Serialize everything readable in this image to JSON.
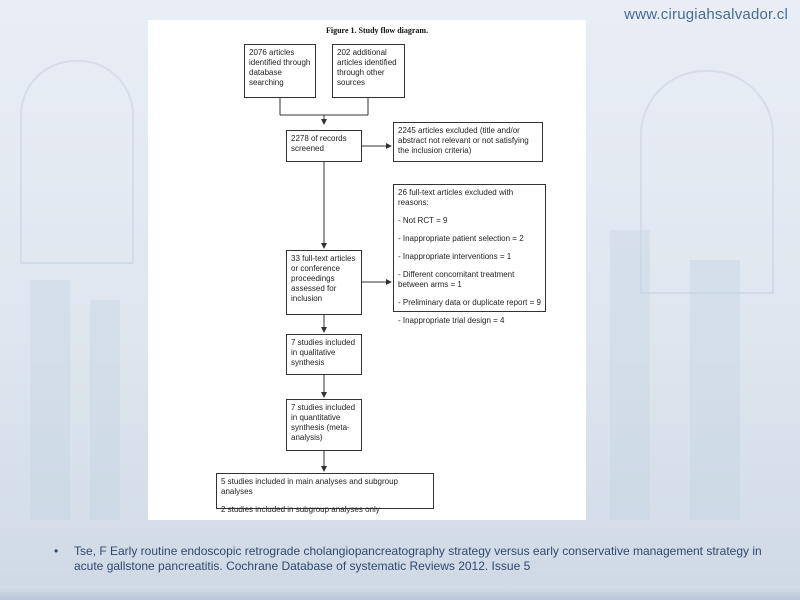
{
  "watermark_url": "www.cirugiahsalvador.cl",
  "figure_title": "Figure 1.   Study flow diagram.",
  "boxes": {
    "database": "2076 articles identified through database searching",
    "other_sources": "202 additional articles identified through other sources",
    "screened": "2278 of records screened",
    "excluded_screening": "2245 articles excluded (title and/or abstract not relevant or not satisfying the inclusion criteria)",
    "fulltext": "33 full-text articles or conference proceedings assessed for inclusion",
    "qualitative": "7 studies included in qualitative synthesis",
    "quantitative": "7 studies included in quantitative synthesis (meta-analysis)"
  },
  "fulltext_exclusions": {
    "header": "26 full-text articles excluded with reasons:",
    "items": [
      "- Not RCT = 9",
      "- Inappropriate patient selection = 2",
      "- Inappropriate interventions = 1",
      "- Different concomitant treatment between arms = 1",
      "- Preliminary data or duplicate report = 9",
      "- Inappropriate trial design = 4"
    ]
  },
  "final_box": {
    "lines": [
      "5 studies included in main analyses and subgroup analyses",
      "2 studies included in subgroup analyses only"
    ]
  },
  "citation": {
    "bullet": "•",
    "text": "Tse, F Early routine  endoscopic retrograde cholangiopancreatography strategy versus early conservative management strategy in acute gallstone pancreatitis. Cochrane Database of systematic Reviews 2012. Issue 5"
  }
}
